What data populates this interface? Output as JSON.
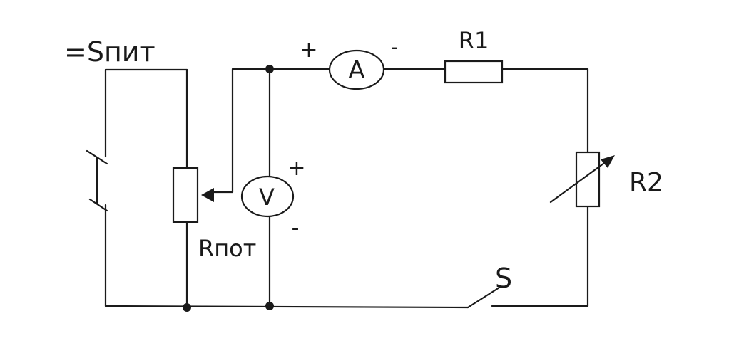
{
  "labels": {
    "source": "=Sпит",
    "ammeter": "A",
    "voltmeter": "V",
    "r1": "R1",
    "r2": "R2",
    "r_pot": "Rпот",
    "switch": "S",
    "ammeter_plus": "+",
    "ammeter_minus": "-",
    "voltmeter_plus": "+",
    "voltmeter_minus": "-"
  },
  "colors": {
    "ink": "#1a1a1a",
    "paper": "#ffffff"
  }
}
